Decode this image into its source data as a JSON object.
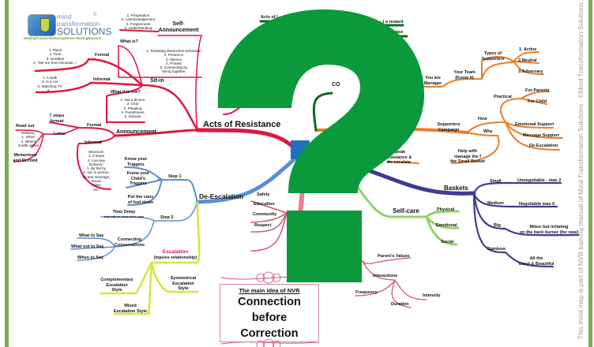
{
  "logo": {
    "line1": "mind",
    "line2": "transformation",
    "line3": "SOLUTIONS",
    "copyright": "©",
    "tagline": "HealingTrauma-ReducingStress-MovingBeyond..."
  },
  "watermark": "This mind map is part of NVR training manual of Mind Transformation Solutions - ©Mind Transformation Solutions 2023",
  "colors": {
    "resistance": "#e0163f",
    "deescalation": "#5b8fd0",
    "escalation": "#d9e23a",
    "care": "#cc5577",
    "selfcare": "#8fd46a",
    "baskets": "#3f3b8f",
    "supporters": "#ea7d26",
    "praise": "#0a6b1a",
    "question_mark": "#0a9a3c",
    "side_bar": "#7aab4e"
  },
  "resistance": {
    "title": "Acts of Resistance",
    "self_announcement": [
      "Self-",
      "Announcement"
    ],
    "self_list": [
      "1. Preparation",
      "2. Acknowledgement",
      "3. Forgiveness",
      "4. Understanding"
    ],
    "sit_in": "Sit-in",
    "what_is": "What is?",
    "what_is_list": [
      "1. Restating destructive  behaviour",
      "2. Presence",
      "3. Silence",
      "4. Protest",
      "5. Connecting by",
      "being together"
    ],
    "formal": "Formal",
    "formal_list": [
      "1. Place",
      "2. Time",
      "3. Duration",
      "4. \"We are here because...\""
    ],
    "informal": "Informal",
    "informal_list": [
      "1. A walk",
      "2. In a car",
      "3. Watching TV",
      "4..."
    ],
    "what_not": "What it is not?",
    "what_not_list": [
      "1. Not a lecture",
      "2. Chat",
      "3. Pleading",
      "4. Punishment",
      "5. Dispute"
    ],
    "announcement": "Announcement",
    "ann_formal": "Formal",
    "seven_steps": [
      "7 steps",
      "format"
    ],
    "read_out": "Read out",
    "letter": "Letter",
    "delivery_list": [
      "Delivery:",
      "1. When",
      "2. Where",
      "3.With whom"
    ],
    "memorised": [
      "Memorised",
      "and Recited"
    ],
    "ann_informal": "Informal",
    "structure_list": [
      "Structure:",
      "1. 3 steps",
      "2. Low key",
      "Delivery:",
      "1. By the by",
      "2. via: in person,",
      "by text message,",
      "email,",
      "video",
      "etc."
    ]
  },
  "deescalation": {
    "title": "De-Escalation",
    "step1": "Step 1",
    "know_triggers": [
      "Know your",
      "Triggers"
    ],
    "know_child": [
      "Know your",
      "Child's",
      "Triggers"
    ],
    "cans": [
      "Put the cans",
      "of fuel down"
    ],
    "step2": "Step 2",
    "time_delay": "Time Delay",
    "time_delay_note": "deal with an issue when calm",
    "connecting": [
      "Connecting",
      "Conversations"
    ],
    "what_say": "What to Say",
    "what_not_say": "What not to Say",
    "when_say": "When to Say"
  },
  "escalation": {
    "title": "Escalation",
    "subtitle": "(injures relationship)",
    "complementary": [
      "Complementary",
      "Escalation",
      "Style"
    ],
    "symmetrical": [
      "Symmetrical",
      "Escalation",
      "Style"
    ],
    "mixed": [
      "Mixed",
      "Escalation Style"
    ]
  },
  "care": {
    "items": [
      "Safety",
      "Education",
      "Community",
      "Respect"
    ],
    "parents_values": "Parent's Values",
    "interactions": "Interactions",
    "frequency": "Frequency",
    "intensity": "Intensity",
    "duration": "Duration"
  },
  "main_idea": {
    "subtitle": "The main idea of  NVR",
    "line1": "Connection",
    "line2": "before",
    "line3": "Correction"
  },
  "selfcare": {
    "title": "Self-care",
    "items": [
      "Physical",
      "Emotional",
      "Social"
    ]
  },
  "baskets": {
    "title": "Baskets",
    "small": "Small",
    "small_note": "Unnegotiable - max 2",
    "medium": "Medium",
    "medium_note": "Negotiable  max 6",
    "big": "Big",
    "big_note": [
      "Minor but irritating",
      "on the back burner (for now)"
    ],
    "rainbow": "Rainbow",
    "rainbow_note": [
      "All the",
      "Good & Beautiful"
    ]
  },
  "supporters": {
    "manager": [
      "You are",
      "Manager"
    ],
    "team": [
      "Your Team",
      "(Know it)"
    ],
    "types": [
      "Types of",
      "Supporters"
    ],
    "types_list": [
      "1. Active",
      "2.Neutral",
      "3.Adversary"
    ],
    "campaign": [
      "Supporters",
      "Campaign"
    ],
    "how": "How",
    "why": "Why",
    "practical": "Practical",
    "for_parents": "For Parents",
    "for_child": "For Child",
    "emotional_support": "Emotional Support",
    "message_support": "Message Support",
    "deescalation": "De-Escalation",
    "help": [
      "Help with",
      "manage the f",
      "the Small Basket"
    ],
    "speak": [
      "Speak",
      "resistance &",
      "de-escalate"
    ]
  },
  "praise": {
    "acts": "Acts of I",
    "reward": "...t a reward",
    "praise": "...aise",
    "center": "CO"
  }
}
